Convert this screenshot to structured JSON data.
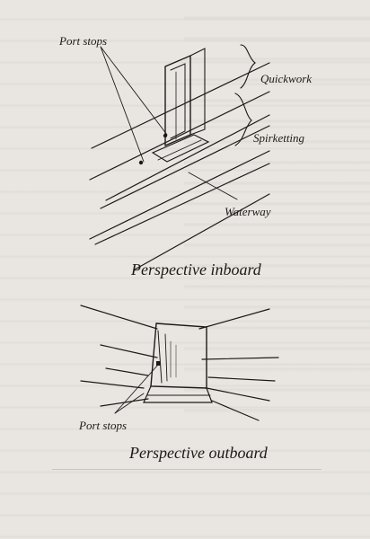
{
  "diagram": {
    "labels": {
      "port_stops_top": "Port stops",
      "quickwork": "Quickwork",
      "spirketting": "Spirketting",
      "waterway": "Waterway",
      "port_stops_bottom": "Port stops"
    },
    "captions": {
      "inboard": "Perspective inboard",
      "outboard": "Perspective outboard"
    }
  },
  "colors": {
    "ink": "#1c1a18",
    "paper": "#e9e6e1"
  }
}
